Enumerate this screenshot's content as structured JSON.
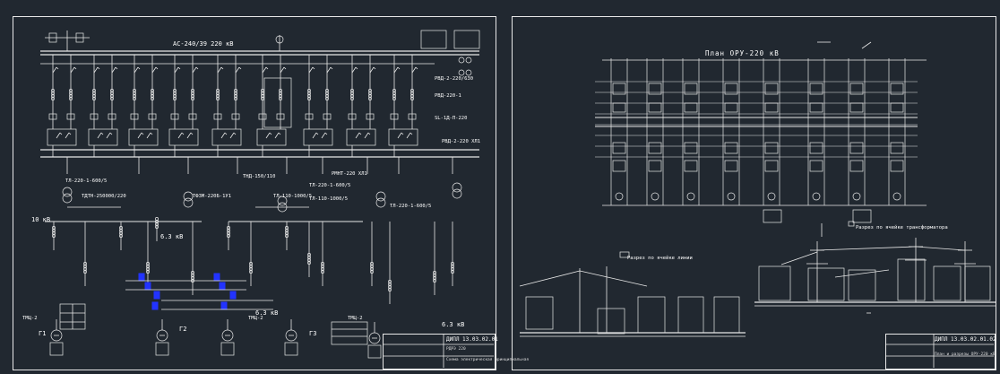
{
  "left_sheet": {
    "busbar_label": "АС-240/39  220 кВ",
    "labels": {
      "feeder_top_1": "РВД-2-220/630",
      "feeder_top_2": "РВД-220-1",
      "feeder_top_3": "SL-1Д-П-220",
      "feeder_top_4": "РВД-2-220 ХЛ1",
      "cable_1": "ТЛ-220-1-600/5",
      "cable_2": "ТДТН-250000/220",
      "cable_3": "ТФЗМ-220Б-1У1",
      "cable_4": "ТЛ-110-1000/5",
      "cable_5": "ТНД-150/110",
      "cable_6": "ТЛ-220-1-600/5",
      "cable_7": "ТЛ-110-1000/5",
      "cable_8": "РМНТ-220 ХЛ1",
      "cable_9": "ТЛ-220-1-600/5",
      "voltage_10": "10 кВ",
      "voltage_63": "6.3 кВ",
      "voltage_63b": "6.3 кВ",
      "voltage_63c": "6.3 кВ",
      "gen_1": "Г1",
      "gen_2": "Г2",
      "gen_3": "Г3",
      "tr_1": "ТМЦ-2",
      "tr_2": "ТМЦ-2",
      "tr_3": "ТМЦ-2"
    },
    "stamp": {
      "code": "ДИПЛ 13.03.02.01",
      "sub": "РДРЭ 220",
      "note": "Схема электрическая принципиальная"
    }
  },
  "right_sheet": {
    "title": "План  ОРУ-220 кВ",
    "section_label_1": "Разрез по ячейке линии",
    "section_label_2": "Разрез по ячейке трансформатора",
    "stamp": {
      "code": "ДИПЛ 13.03.02.01.02",
      "note": "План и разрезы ОРУ-220 кВ"
    }
  },
  "colors": {
    "background": "#212830",
    "lines": "#e8e8e8",
    "accent": "#2233ff"
  }
}
